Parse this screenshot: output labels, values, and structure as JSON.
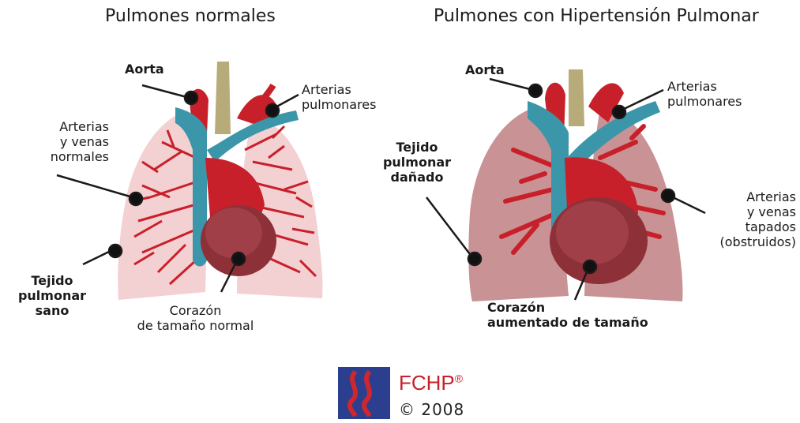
{
  "titles": {
    "normal": "Pulmones normales",
    "hypertension": "Pulmones con Hipertensión Pulmonar"
  },
  "normal_labels": {
    "aorta": "Aorta",
    "arterias_pulmonares": [
      "Arterias",
      "pulmonares"
    ],
    "arterias_venas": [
      "Arterias",
      "y venas",
      "normales"
    ],
    "tejido": [
      "Tejido",
      "pulmonar",
      "sano"
    ],
    "corazon": [
      "Corazón",
      "de tamaño normal"
    ]
  },
  "hypertension_labels": {
    "aorta": "Aorta",
    "arterias_pulmonares": [
      "Arterias",
      "pulmonares"
    ],
    "tejido": [
      "Tejido",
      "pulmonar",
      "dañado"
    ],
    "arterias_venas": [
      "Arterias",
      "y venas",
      "tapados",
      "(obstruidos)"
    ],
    "corazon": [
      "Corazón",
      "aumentado de tamaño"
    ]
  },
  "logo": {
    "name": "FCHP",
    "mark": "®",
    "copyright": "© 2008"
  },
  "colors": {
    "lung_normal": "#f3d0d2",
    "lung_damaged": "#c99294",
    "vessels": "#c8202a",
    "vena_cava": "#3a96a8",
    "heart": "#8e3038",
    "trachea": "#b8ab7a",
    "logo_blue": "#2c3f8e"
  }
}
